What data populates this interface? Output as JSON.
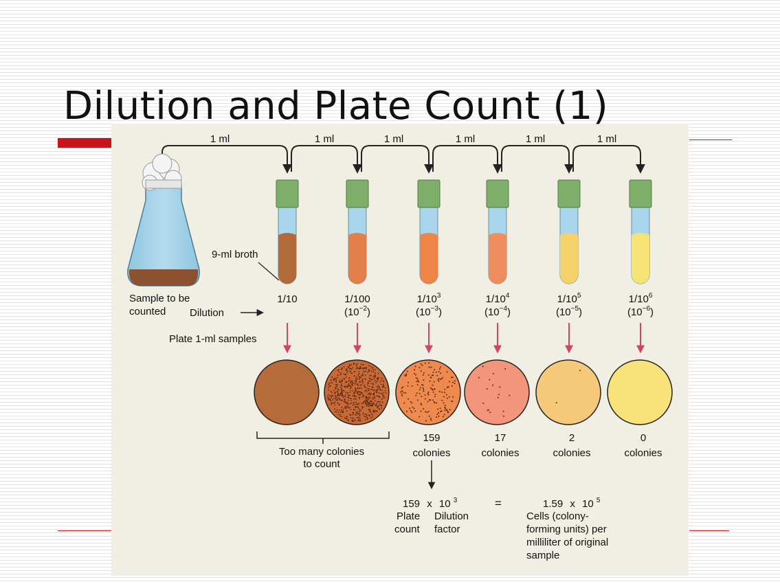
{
  "slide": {
    "title": "Dilution and Plate Count (1)",
    "colors": {
      "accent_bar": "#c8141c",
      "rule_line": "#c8141c",
      "figure_bg": "#f1eee3"
    }
  },
  "diagram": {
    "transfer_label": "1 ml",
    "sample_label": [
      "Sample to be",
      "counted"
    ],
    "broth_label": "9-ml broth",
    "dilution_label": "Dilution",
    "plate_label": "Plate 1-ml samples",
    "tubes": [
      {
        "dilution": "1/10",
        "exponent": "",
        "dilution_alt": "",
        "alt_exponent": "",
        "color": "#b26a3c"
      },
      {
        "dilution": "1/100",
        "exponent": "",
        "dilution_alt": "(10",
        "alt_exponent": "−2",
        "color": "#e57f4a"
      },
      {
        "dilution": "1/10",
        "exponent": "3",
        "dilution_alt": "(10",
        "alt_exponent": "−3",
        "color": "#ef8448"
      },
      {
        "dilution": "1/10",
        "exponent": "4",
        "dilution_alt": "(10",
        "alt_exponent": "−4",
        "color": "#ee8e5e"
      },
      {
        "dilution": "1/10",
        "exponent": "5",
        "dilution_alt": "(10",
        "alt_exponent": "−5",
        "color": "#f5d169"
      },
      {
        "dilution": "1/10",
        "exponent": "6",
        "dilution_alt": "(10",
        "alt_exponent": "−6",
        "color": "#f5e374"
      }
    ],
    "plates": [
      {
        "count": "",
        "unit": "",
        "color": "#b56c3a"
      },
      {
        "count": "",
        "unit": "",
        "color": "#c96a36"
      },
      {
        "count": "159",
        "unit": "colonies",
        "color": "#ee8a4d"
      },
      {
        "count": "17",
        "unit": "colonies",
        "color": "#f2957a"
      },
      {
        "count": "2",
        "unit": "colonies",
        "color": "#f6c87a"
      },
      {
        "count": "0",
        "unit": "colonies",
        "color": "#f8e27a"
      }
    ],
    "too_many_label": [
      "Too many colonies",
      "to count"
    ],
    "calculation": {
      "count_value": "159",
      "times": "x",
      "factor_base": "10",
      "factor_exponent": "3",
      "count_caption": [
        "Plate",
        "count"
      ],
      "factor_caption": [
        "Dilution",
        "factor"
      ],
      "equals": "=",
      "result_mantissa": "1.59",
      "result_base": "10",
      "result_exponent": "5",
      "result_caption": [
        "Cells (colony-",
        "forming units) per",
        "milliliter of original",
        "sample"
      ]
    }
  }
}
